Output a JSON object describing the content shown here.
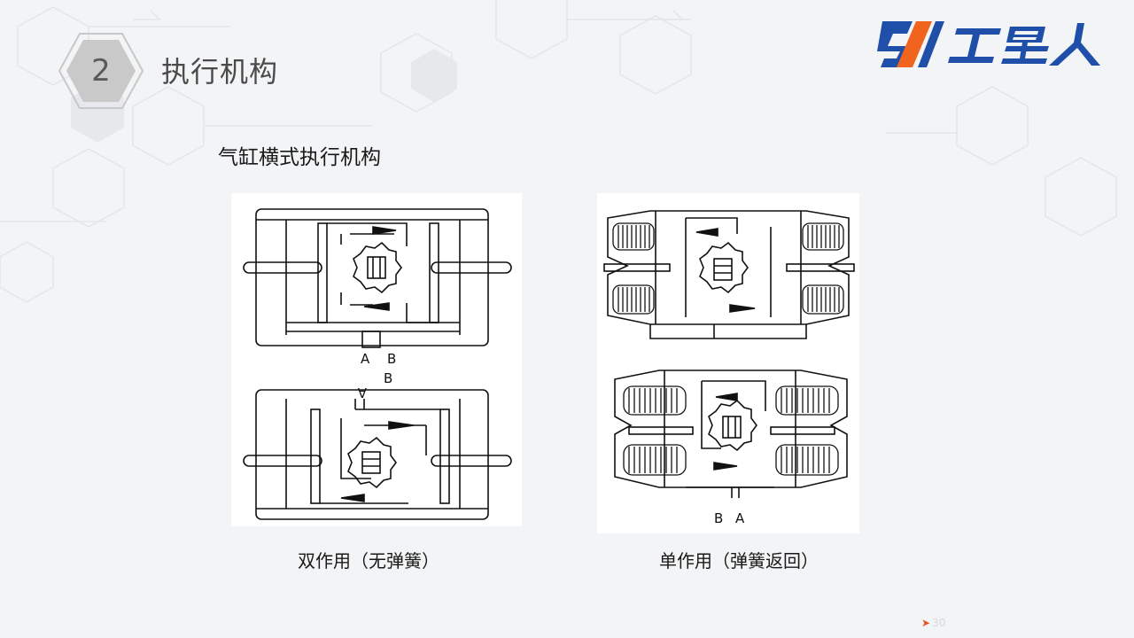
{
  "section": {
    "number": "2",
    "title": "执行机构"
  },
  "logo": {
    "text": "工星人"
  },
  "subtitle": "气缸横式执行机构",
  "figures": [
    {
      "caption": "双作用（无弹簧）",
      "port_labels_top": [
        "A",
        "B"
      ],
      "port_labels_bottom": [
        "A",
        "B"
      ]
    },
    {
      "caption": "单作用（弹簧返回）",
      "port_labels": [
        "B",
        "A"
      ]
    }
  ],
  "page": {
    "number": "30"
  },
  "colors": {
    "brand_blue": "#1f4fa8",
    "brand_orange": "#f0641e",
    "accent_arrow": "#e8561a"
  }
}
